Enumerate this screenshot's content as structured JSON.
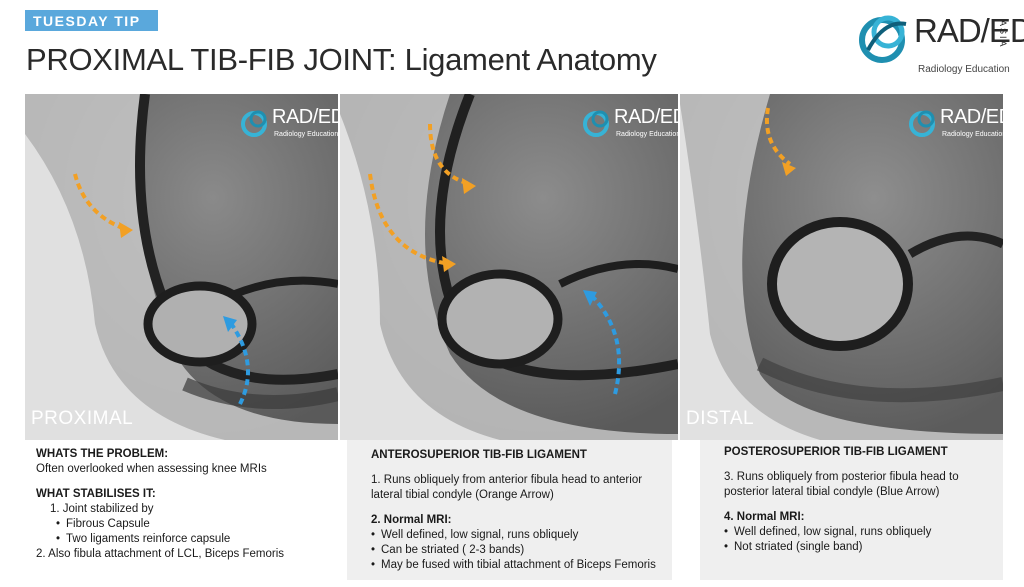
{
  "tag": "TUESDAY TIP",
  "title": "PROXIMAL TIB-FIB JOINT: Ligament Anatomy",
  "logo": {
    "main": "RAD/ED",
    "side": "ASIA",
    "sub": "Radiology Education"
  },
  "panels": [
    {
      "label": "PROXIMAL"
    },
    {
      "label": ""
    },
    {
      "label": "DISTAL"
    }
  ],
  "colors": {
    "tag_bg": "#5aa8dc",
    "orange_arrow": "#f2a024",
    "blue_arrow": "#2e9be0",
    "logo_teal": "#1f8fb0"
  },
  "box1": {
    "h1": "WHATS THE PROBLEM:",
    "p1": "Often overlooked when assessing knee MRIs",
    "h2": "WHAT STABILISES IT:",
    "l1": "1.   Joint stabilized by",
    "b1": "Fibrous Capsule",
    "b2": "Two ligaments reinforce capsule",
    "l2": "2. Also fibula attachment of LCL, Biceps Femoris"
  },
  "box2": {
    "h1": "ANTEROSUPERIOR TIB-FIB LIGAMENT",
    "p1a": "1. Runs obliquely from anterior fibula head  to anterior",
    "p1b": "lateral tibial condyle (Orange Arrow)",
    "h2": "2. Normal MRI:",
    "b1": "Well defined, low signal, runs obliquely",
    "b2": "Can be striated ( 2-3 bands)",
    "b3": "May be fused with tibial attachment of Biceps Femoris"
  },
  "box3": {
    "h1": "POSTEROSUPERIOR TIB-FIB LIGAMENT",
    "p1a": "3. Runs obliquely from posterior fibula head  to",
    "p1b": "posterior lateral tibial condyle (Blue  Arrow)",
    "h2": "4. Normal MRI:",
    "b1": "Well defined, low signal, runs obliquely",
    "b2": "Not striated (single band)"
  }
}
